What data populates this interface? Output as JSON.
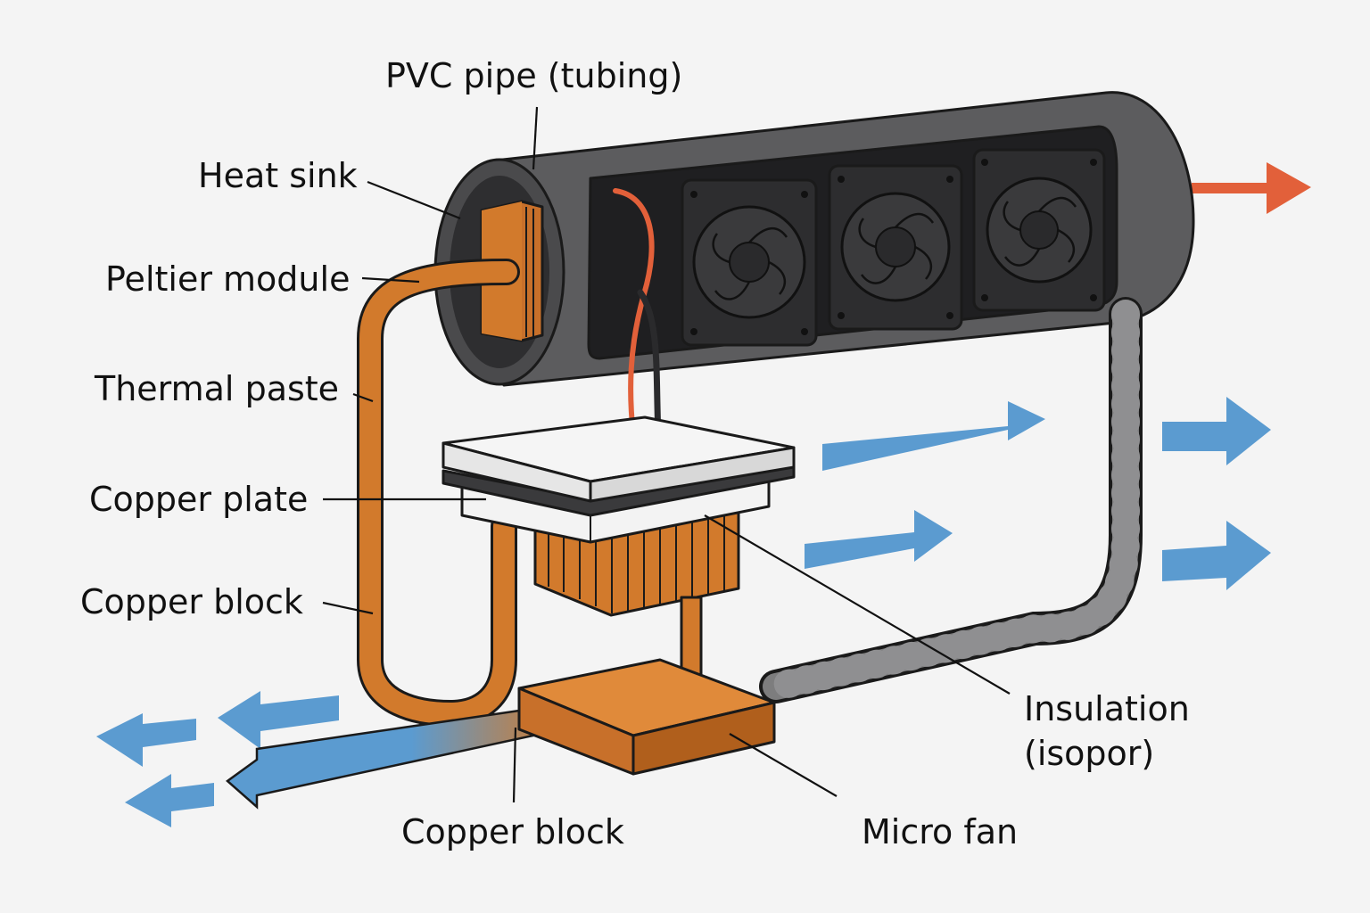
{
  "labels": {
    "pvc_pipe": "PVC pipe (tubing)",
    "heat_sink": "Heat sink",
    "peltier_module": "Peltier module",
    "thermal_paste": "Thermal paste",
    "copper_plate": "Copper plate",
    "copper_block_left": "Copper block",
    "insulation_line1": "Insulation",
    "insulation_line2": "(isopor)",
    "copper_block_bottom": "Copper block",
    "micro_fan": "Micro fan"
  },
  "colors": {
    "background": "#f4f4f4",
    "pipe": "#5c5c5e",
    "pipe_dark": "#3c3c3e",
    "fan": "#2d2d2f",
    "copper": "#d27a2c",
    "copper_dark": "#b05f1c",
    "hot_arrow": "#e2603a",
    "cold_arrow": "#5b9bd0",
    "grey_tube": "#8f8f91",
    "plate": "#ececec"
  },
  "icons": [
    "fan-icon",
    "hot-air-arrow",
    "cold-air-arrow",
    "return-air-arrow"
  ]
}
